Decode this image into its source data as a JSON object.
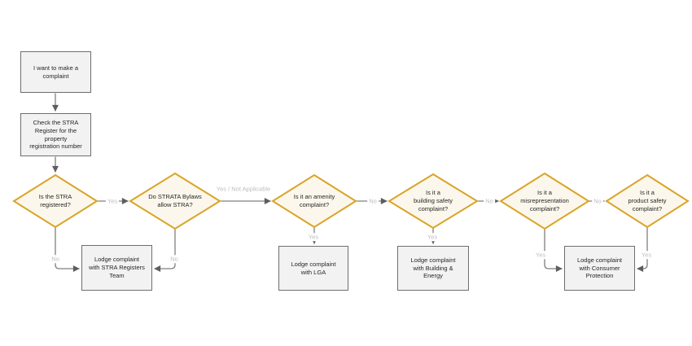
{
  "colors": {
    "background": "#FFFFFF",
    "decision_border": "#D9A427",
    "decision_fill": "#FCF7EC",
    "process_fill": "#F2F2F2",
    "process_border": "#6E6E6E",
    "connector": "#7F7F7F",
    "arrowhead": "#5E5E5E",
    "edge_label_text": "#BDBDBD",
    "node_text": "#262626"
  },
  "nodes": {
    "start": "I want to make a\ncomplaint",
    "check_register": "Check the STRA\nRegister for the\nproperty\nregistration number",
    "decisions": [
      "Is the STRA\nregistered?",
      "Do STRATA Bylaws\nallow STRA?",
      "Is it an amenity\ncomplaint?",
      "Is it a\nbuilding safety\ncomplaint?",
      "Is it a\nmisrepresentation\ncomplaint?",
      "Is it a\nproduct safety\ncomplaint?"
    ],
    "outcomes": [
      "Lodge complaint\nwith STRA Registers\nTeam",
      "Lodge complaint\nwith LGA",
      "Lodge complaint\nwith Building &\nEnergy",
      "Lodge complaint\nwith Consumer\nProtection"
    ]
  },
  "edges": {
    "registered_yes": "Yes",
    "registered_no": "No",
    "bylaws_yes_na": "Yes / Not Applicable",
    "bylaws_no": "No",
    "amenity_yes": "Yes",
    "amenity_no": "No",
    "building_yes": "Yes",
    "building_no": "No",
    "misrep_yes": "Yes",
    "misrep_no": "No",
    "product_yes": "Yes"
  }
}
